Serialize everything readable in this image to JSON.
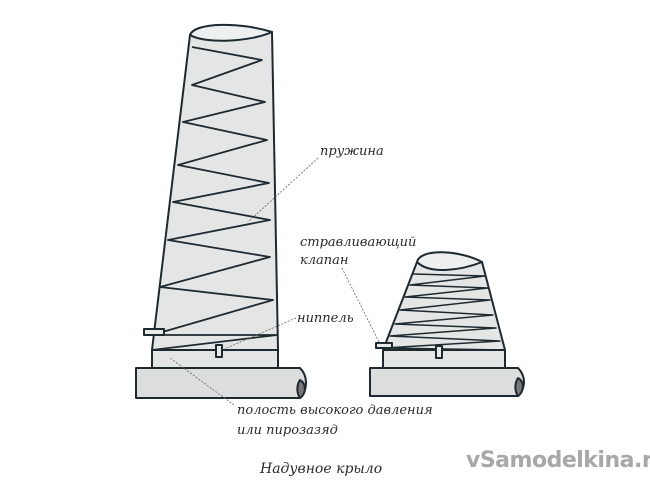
{
  "labels": {
    "spring": "пружина",
    "valve_line1": "стравливающий",
    "valve_line2": "клапан",
    "nipple": "ниппель",
    "cavity_line1": "полость высокого давления",
    "cavity_line2": "или пирозазяд"
  },
  "caption": "Надувное крыло",
  "watermark": "vSamodelkina.ru",
  "colors": {
    "fill": "#e4e6e6",
    "stroke": "#1e2a30",
    "leader": "#555"
  }
}
